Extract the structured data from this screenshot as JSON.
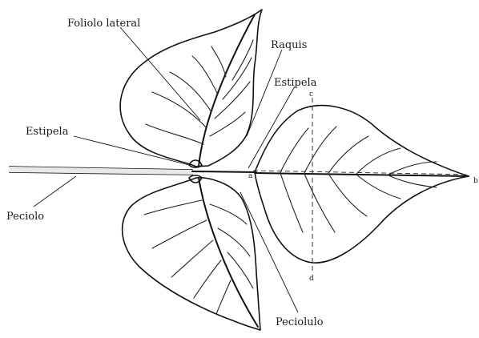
{
  "labels": {
    "foliolo_lateral": "Foliolo lateral",
    "raquis": "Raquis",
    "estipela_upper": "Estipela",
    "estipela_left": "Estipela",
    "peciolo": "Peciolo",
    "peciolulo": "Peciolulo",
    "mark_a": "a",
    "mark_b": "b",
    "mark_c": "c",
    "mark_d": "d"
  },
  "colors": {
    "ink": "#111111",
    "paper": "#ffffff"
  }
}
